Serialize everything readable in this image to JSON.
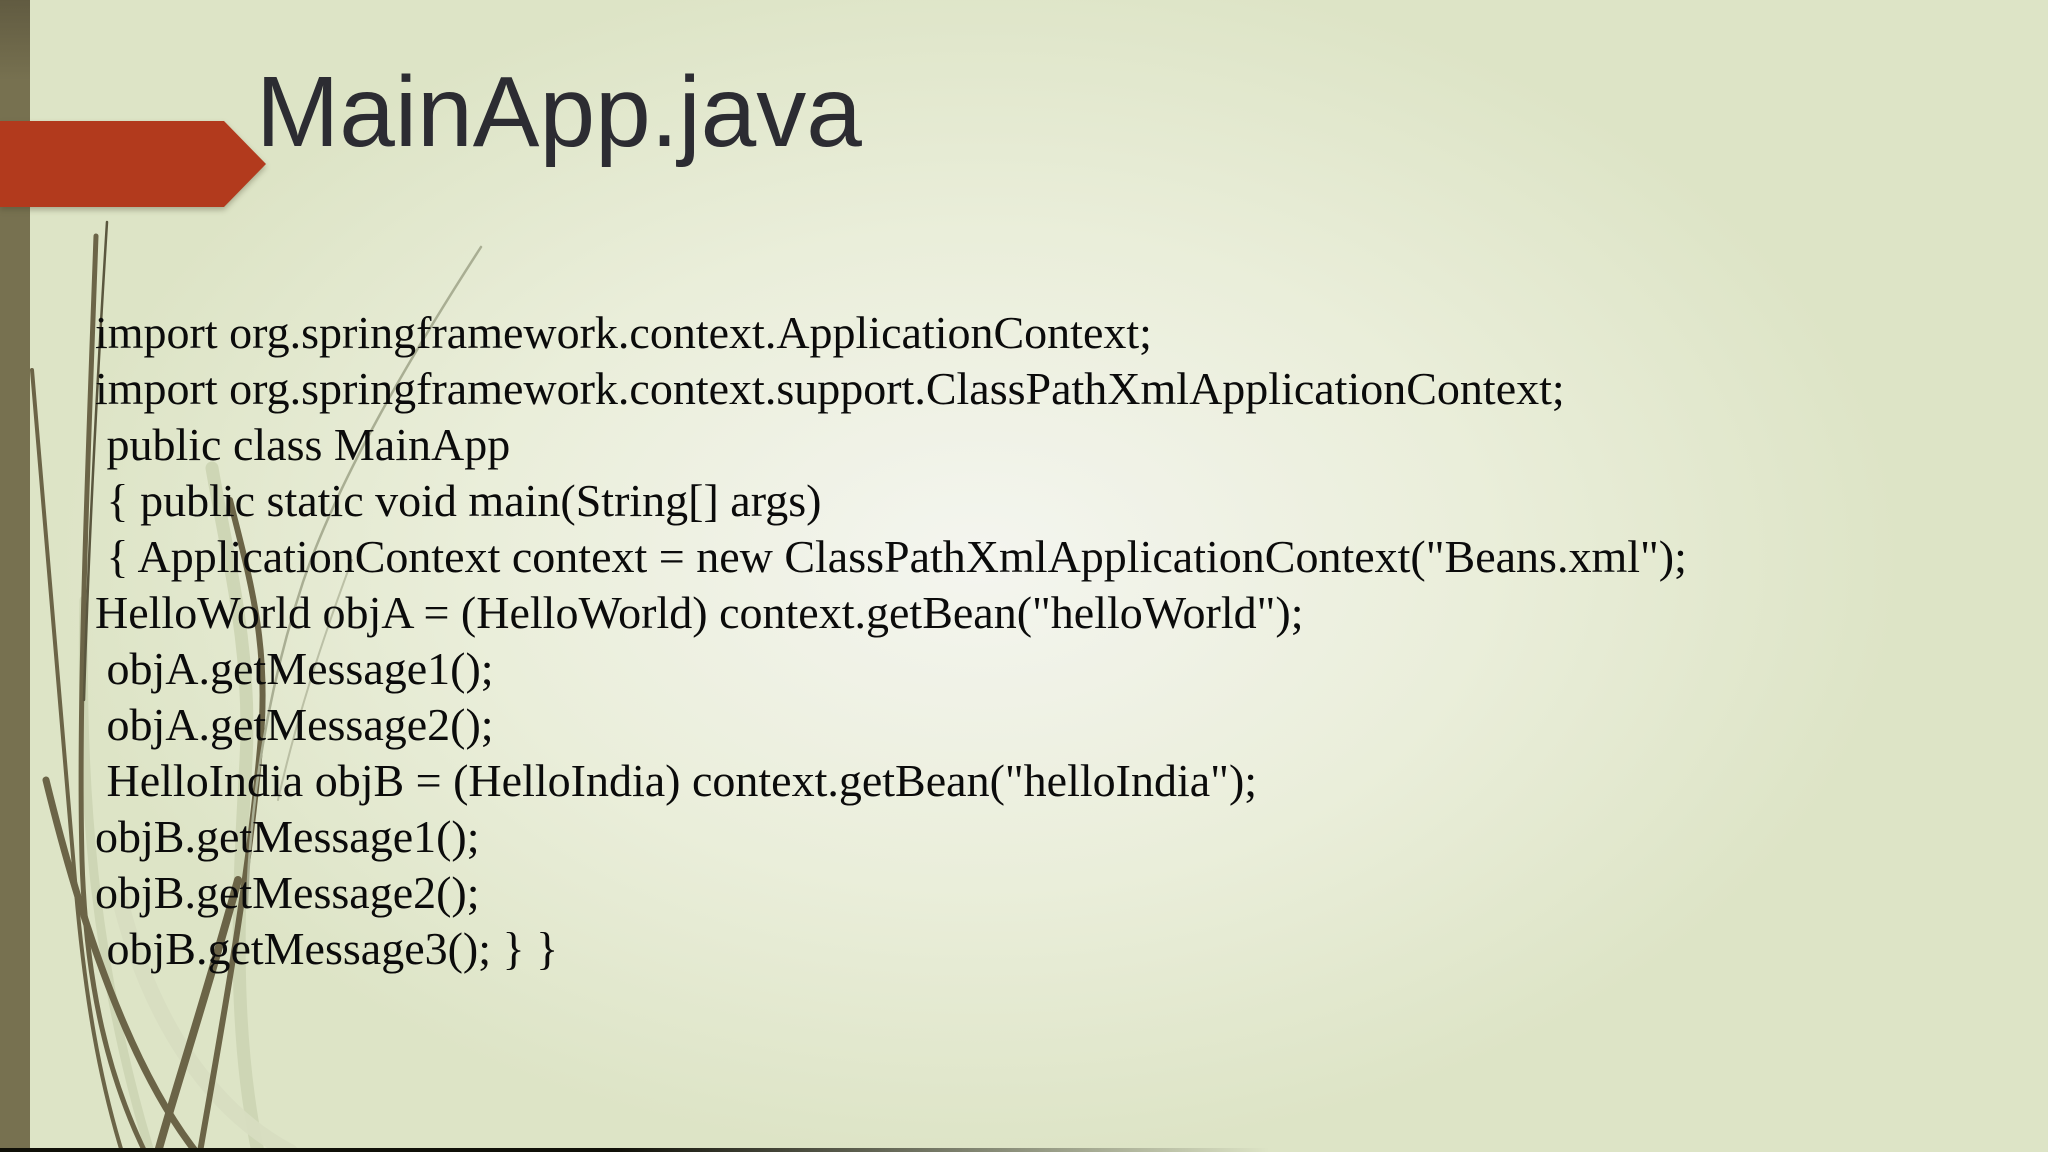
{
  "slide": {
    "title": "MainApp.java",
    "code_lines": [
      "import org.springframework.context.ApplicationContext;",
      "import org.springframework.context.support.ClassPathXmlApplicationContext;",
      " public class MainApp",
      " { public static void main(String[] args)",
      " { ApplicationContext context = new ClassPathXmlApplicationContext(\"Beans.xml\");",
      "HelloWorld objA = (HelloWorld) context.getBean(\"helloWorld\");",
      " objA.getMessage1();",
      " objA.getMessage2();",
      " HelloIndia objB = (HelloIndia) context.getBean(\"helloIndia\");",
      "objB.getMessage1();",
      "objB.getMessage2();",
      " objB.getMessage3(); } }"
    ]
  },
  "colors": {
    "background_edge": "#dde4c6",
    "background_mid": "#eaeeda",
    "background_center": "#f4f5ef",
    "left_bar_olive": "#777150",
    "left_bar_olive_dark": "#615b41",
    "arrow_red": "#b23a1d",
    "title_text": "#2c2c32",
    "code_text": "#0b0b0b",
    "grass_dark": "#6b6447",
    "grass_dark_thin": "#5a563e",
    "grass_pale": "#ccd4b3",
    "grass_pale_wide": "#d7ddc1",
    "grass_sage_thin": "#a9ae93",
    "edge_shadow": "#101008"
  }
}
